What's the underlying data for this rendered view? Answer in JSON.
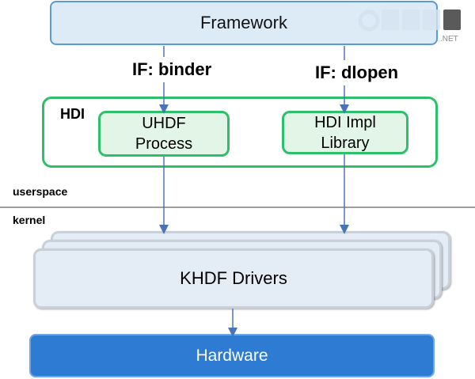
{
  "framework": {
    "label": "Framework"
  },
  "interfaces": {
    "binder_label": "IF:  binder",
    "dlopen_label": "IF:  dlopen"
  },
  "hdi": {
    "label": "HDI",
    "uhdf_line1": "UHDF",
    "uhdf_line2": "Process",
    "impl_line1": "HDI Impl",
    "impl_line2": "Library"
  },
  "layers": {
    "userspace": "userspace",
    "kernel": "kernel"
  },
  "khdf": {
    "label": "KHDF Drivers"
  },
  "hardware": {
    "label": "Hardware"
  },
  "watermark": {
    "suffix": ".NET"
  },
  "colors": {
    "hdi_green": "#2dbf6a",
    "framework_blue": "#5b9bd5",
    "hardware_blue": "#2e7bd3",
    "arrow": "#4a74b8"
  }
}
